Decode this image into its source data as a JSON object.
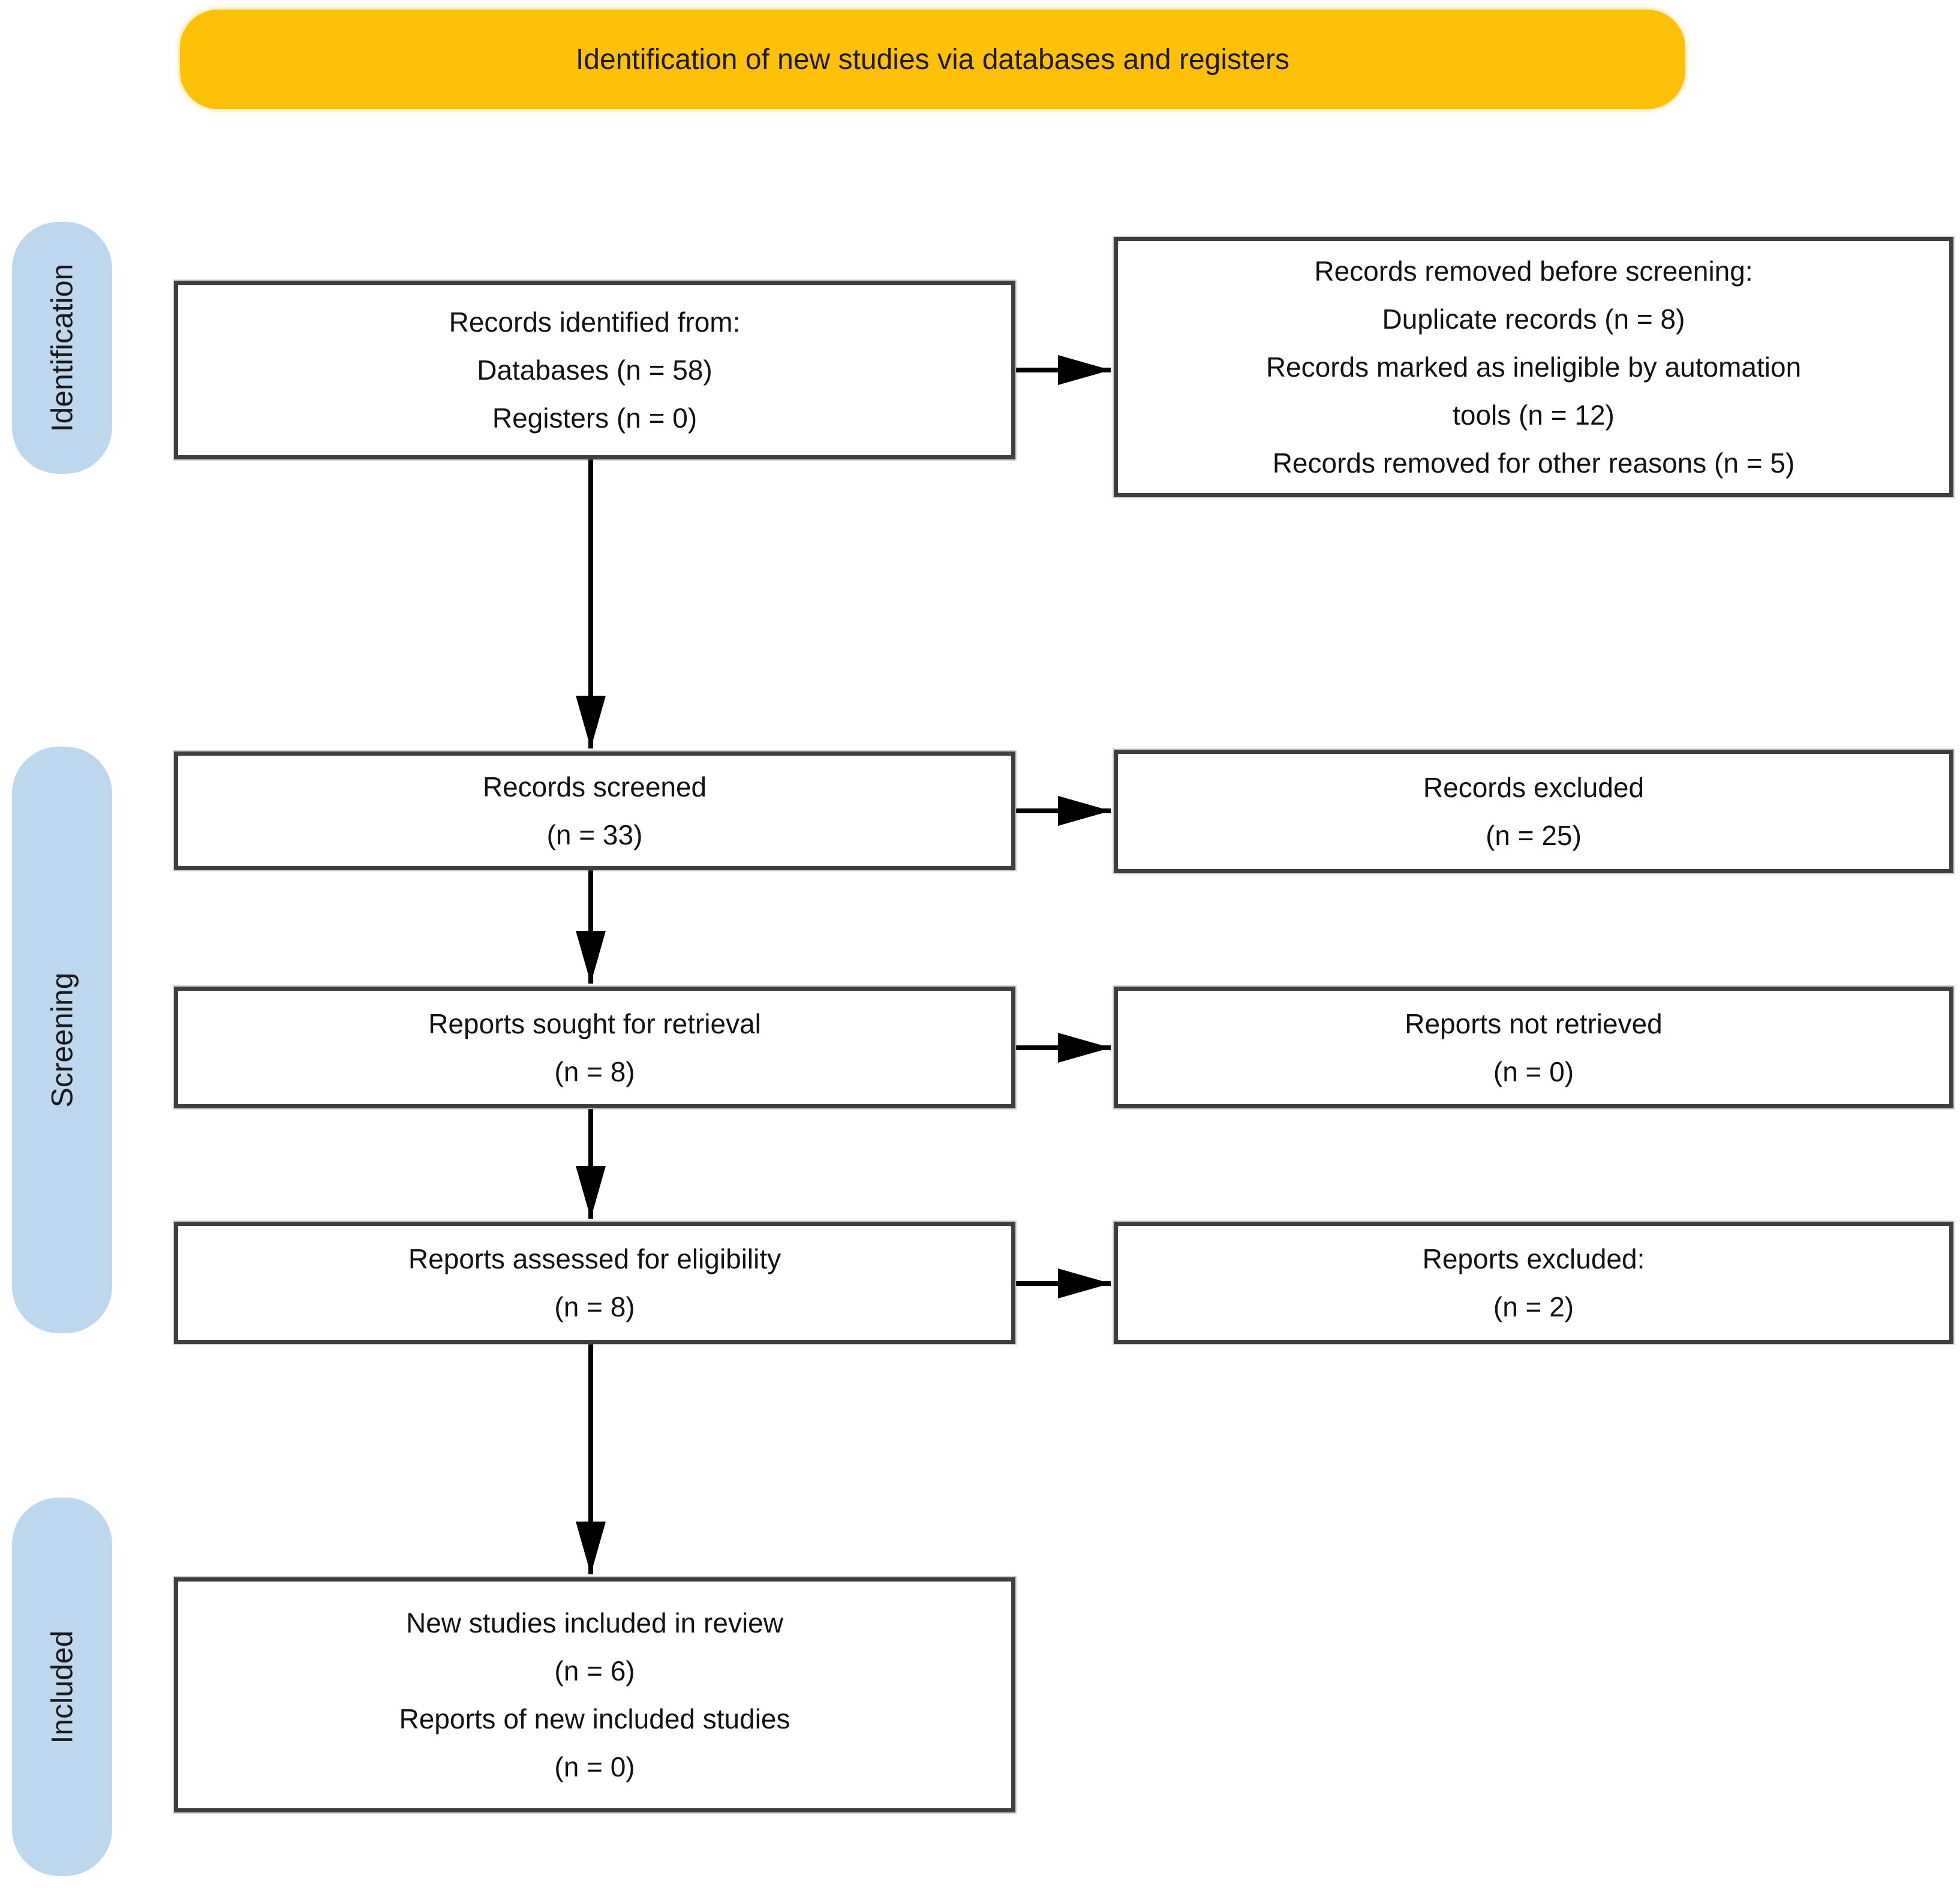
{
  "banner": {
    "title": "Identification of new studies via databases and registers"
  },
  "stages": [
    {
      "label": "Identification"
    },
    {
      "label": "Screening"
    },
    {
      "label": "Included"
    }
  ],
  "boxes": {
    "records_identified": {
      "lines": [
        "Records identified from:",
        "Databases (n = 58)",
        "Registers (n = 0)"
      ]
    },
    "records_removed": {
      "lines": [
        "Records removed before screening:",
        "Duplicate records (n = 8)",
        "Records marked as ineligible by automation",
        "tools (n = 12)",
        "Records removed for other reasons (n = 5)"
      ]
    },
    "records_screened": {
      "lines": [
        "Records screened",
        "(n = 33)"
      ]
    },
    "records_excluded": {
      "lines": [
        "Records excluded",
        "(n = 25)"
      ]
    },
    "reports_sought": {
      "lines": [
        "Reports sought for retrieval",
        "(n = 8)"
      ]
    },
    "reports_not_retrieved": {
      "lines": [
        "Reports not retrieved",
        "(n = 0)"
      ]
    },
    "reports_assessed": {
      "lines": [
        "Reports assessed for eligibility",
        "(n = 8)"
      ]
    },
    "reports_excluded": {
      "lines": [
        "Reports excluded:",
        "(n = 2)"
      ]
    },
    "new_studies_included": {
      "lines": [
        "New studies included in review",
        "(n = 6)",
        "Reports of new included studies",
        "(n = 0)"
      ]
    }
  },
  "colors": {
    "banner_fill": "#FFC008",
    "stage_pill_fill": "#BDD7EE",
    "box_border": "#3F3F3F",
    "arrow": "#000000",
    "text": "#121212",
    "background": "#FFFFFF"
  }
}
